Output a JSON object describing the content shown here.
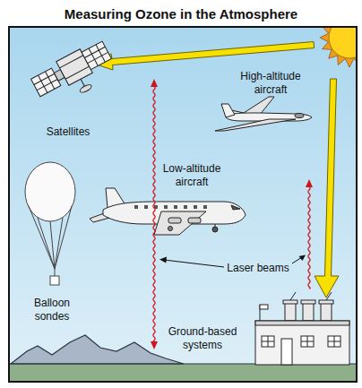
{
  "diagram": {
    "title": "Measuring Ozone in the Atmosphere",
    "labels": [
      "Satellites",
      "High-altitude aircraft",
      "Low-altitude aircraft",
      "Balloon sondes",
      "Laser beams",
      "Ground-based systems"
    ]
  }
}
